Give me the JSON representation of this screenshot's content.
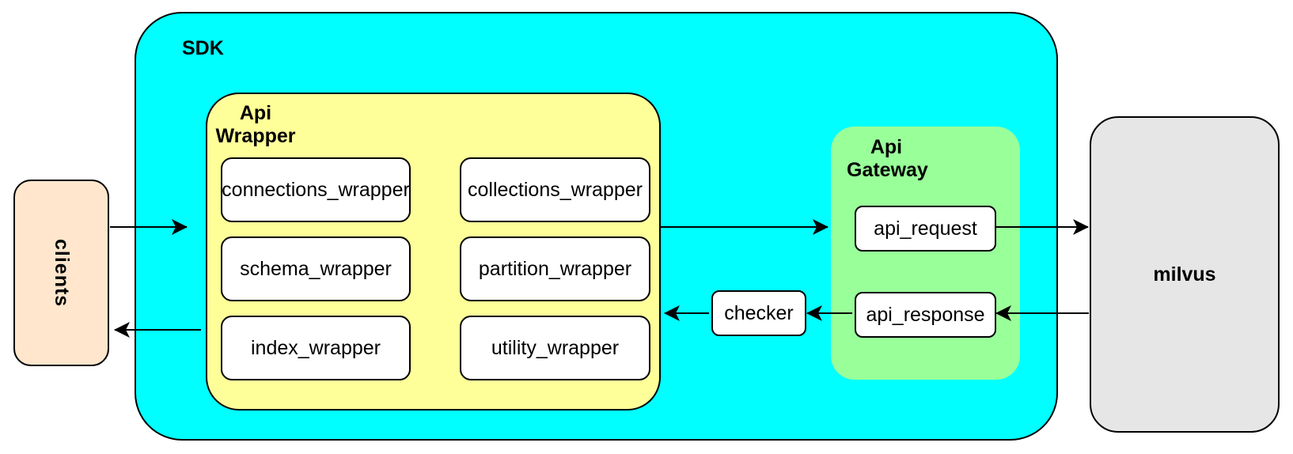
{
  "colors": {
    "canvas-bg": "#ffffff",
    "sdk-fill": "#00ffff",
    "wrapper-fill": "#ffff99",
    "gateway-fill": "#99ff99",
    "clients-fill": "#ffe6cc",
    "milvus-fill": "#e6e6e6",
    "node-fill": "#ffffff",
    "stroke": "#000000"
  },
  "nodes": {
    "clients": "clients",
    "sdk": "SDK",
    "api_wrapper": {
      "line1": "Api",
      "line2": "Wrapper"
    },
    "wrappers": [
      "connections_wrapper",
      "collections_wrapper",
      "schema_wrapper",
      "partition_wrapper",
      "index_wrapper",
      "utility_wrapper"
    ],
    "checker": "checker",
    "api_gateway": {
      "line1": "Api",
      "line2": "Gateway"
    },
    "api_request": "api_request",
    "api_response": "api_response",
    "milvus": "milvus"
  },
  "edges": [
    {
      "from": "clients",
      "to": "api_wrapper",
      "direction": "right"
    },
    {
      "from": "api_wrapper",
      "to": "api_request",
      "direction": "right"
    },
    {
      "from": "api_request",
      "to": "milvus",
      "direction": "right"
    },
    {
      "from": "milvus",
      "to": "api_response",
      "direction": "left"
    },
    {
      "from": "api_response",
      "to": "checker",
      "direction": "left"
    },
    {
      "from": "checker",
      "to": "api_wrapper",
      "direction": "left"
    },
    {
      "from": "api_wrapper",
      "to": "clients",
      "direction": "left"
    }
  ]
}
